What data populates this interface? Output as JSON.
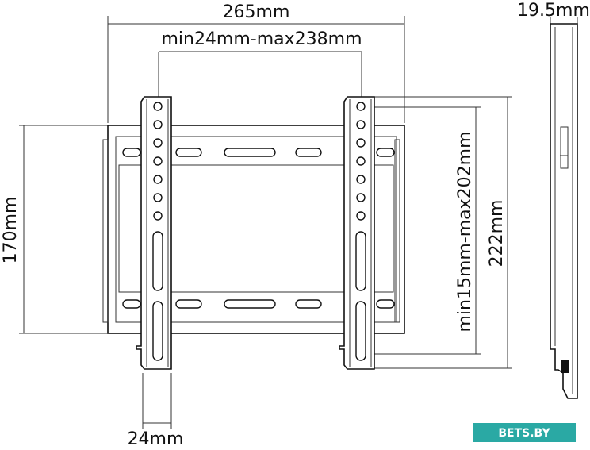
{
  "dimensions": {
    "total_width": "265mm",
    "vesa_horizontal": "min24mm-max238mm",
    "depth": "19.5mm",
    "plate_height": "170mm",
    "vesa_vertical": "min15mm-max202mm",
    "arm_height": "222mm",
    "arm_width": "24mm"
  },
  "watermark": {
    "text": "BETS.BY",
    "color": "#2aa9a4"
  }
}
